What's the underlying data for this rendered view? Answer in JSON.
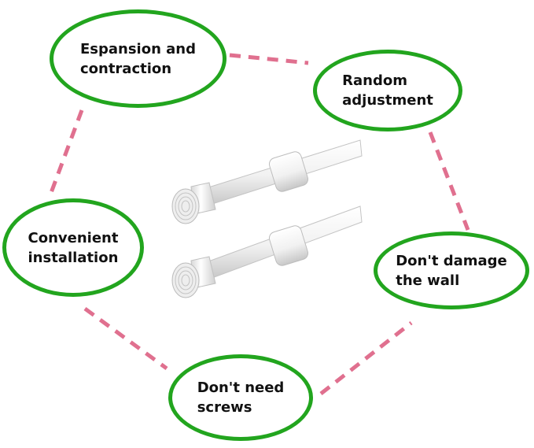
{
  "colors": {
    "bubble_border": "#22a51e",
    "connector": "#e0708f",
    "rod": "#f4f4f4",
    "rod_shadow": "#c9c9c9",
    "text": "#111111"
  },
  "bubbles": [
    {
      "label": "Espansion and\ncontraction"
    },
    {
      "label": "Random\nadjustment"
    },
    {
      "label": "Convenient\ninstallation"
    },
    {
      "label": "Don't damage\nthe wall"
    },
    {
      "label": "Don't need\nscrews"
    }
  ],
  "product_image": {
    "subject": "two white tension curtain rods",
    "count": 2
  }
}
